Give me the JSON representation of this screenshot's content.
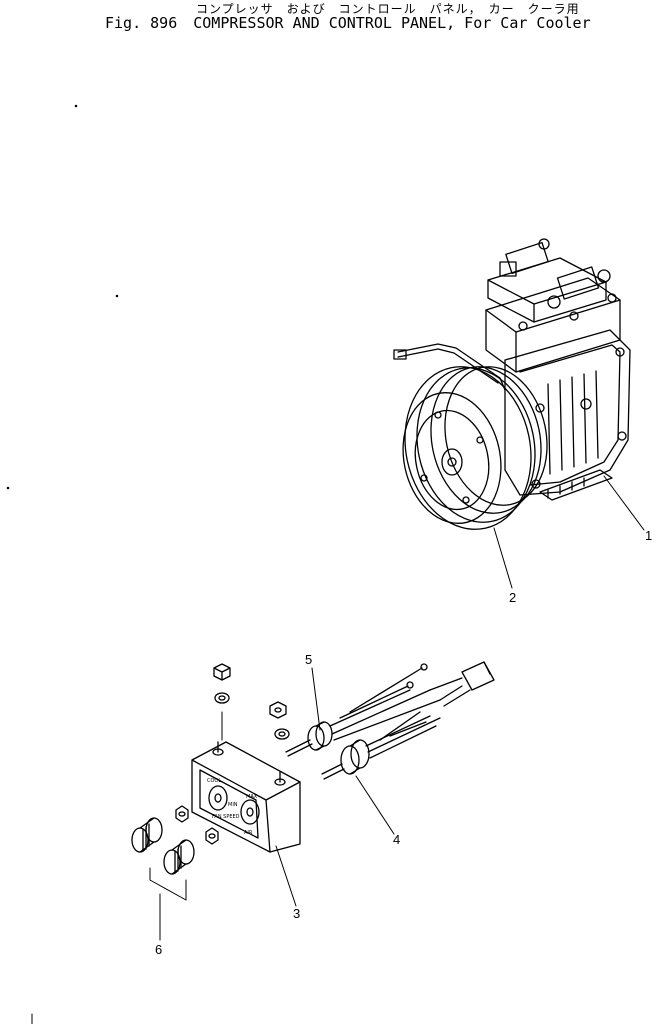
{
  "header": {
    "title_jp": "コンプレッサ　および　コントロール　パネル，　カー　クーラ用",
    "fig_label": "Fig. 896",
    "title_en": "COMPRESSOR AND CONTROL PANEL, For Car Cooler"
  },
  "callouts": [
    "1",
    "2",
    "3",
    "4",
    "5",
    "6"
  ],
  "panel_labels": {
    "cool": "COOL",
    "max": "MAX",
    "min": "MIN",
    "fan_speed": "FAN SPEED",
    "air": "AIR"
  }
}
